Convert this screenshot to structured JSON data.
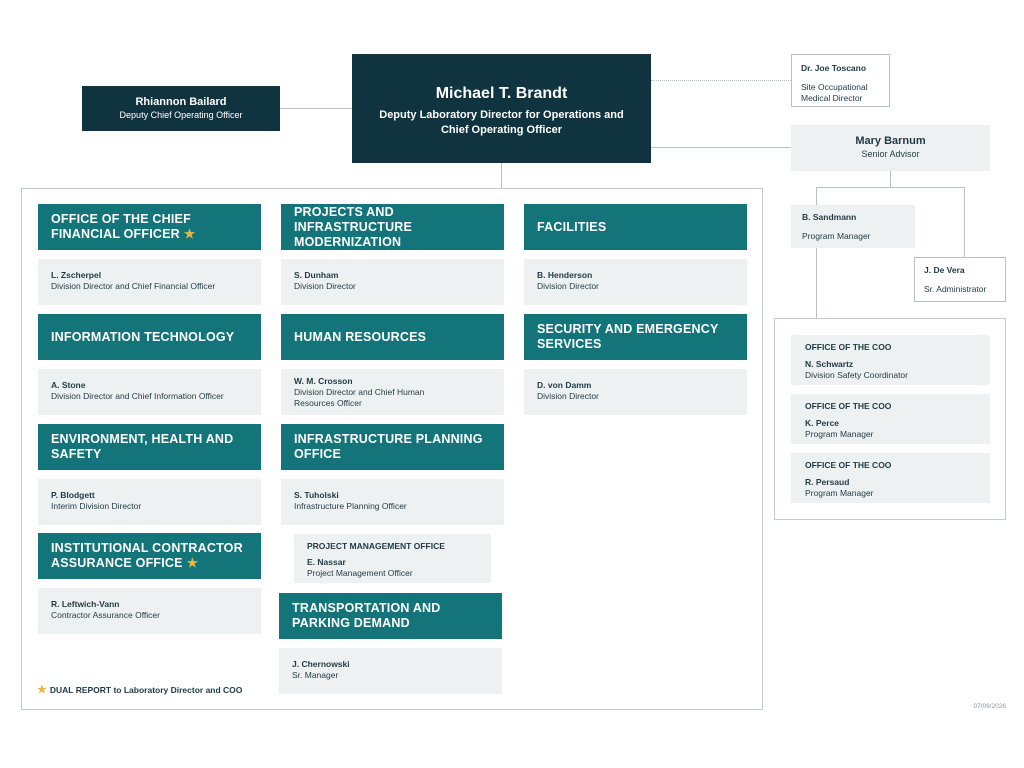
{
  "top": {
    "name": "Michael T. Brandt",
    "title": "Deputy Laboratory Director for Operations and Chief Operating Officer"
  },
  "deputy": {
    "name": "Rhiannon Bailard",
    "title": "Deputy Chief Operating Officer"
  },
  "medical": {
    "name": "Dr. Joe Toscano",
    "title": "Site Occupational Medical Director"
  },
  "advisor": {
    "name": "Mary Barnum",
    "title": "Senior Advisor"
  },
  "advisor_staff": {
    "sandmann": {
      "name": "B. Sandmann",
      "title": "Program Manager"
    },
    "devera": {
      "name": "J. De Vera",
      "title": "Sr. Administrator"
    }
  },
  "coo_office": [
    {
      "header": "OFFICE OF THE COO",
      "name": "N. Schwartz",
      "title": "Division Safety Coordinator"
    },
    {
      "header": "OFFICE OF THE COO",
      "name": "K. Perce",
      "title": "Program Manager"
    },
    {
      "header": "OFFICE OF THE COO",
      "name": "R. Persaud",
      "title": "Program Manager"
    }
  ],
  "divisions": {
    "cfo": {
      "label": "OFFICE OF THE CHIEF FINANCIAL OFFICER",
      "star": "★",
      "name": "L. Zscherpel",
      "title": "Division Director and Chief Financial Officer"
    },
    "it": {
      "label": "INFORMATION TECHNOLOGY",
      "name": "A. Stone",
      "title": "Division Director and Chief Information Officer"
    },
    "ehs": {
      "label": "ENVIRONMENT, HEALTH AND SAFETY",
      "name": "P. Blodgett",
      "title": "Interim Division Director"
    },
    "icao": {
      "label": "INSTITUTIONAL CONTRACTOR ASSURANCE OFFICE",
      "star": "★",
      "name": "R. Leftwich-Vann",
      "title": "Contractor Assurance Officer"
    },
    "pim": {
      "label": "PROJECTS AND INFRASTRUCTURE MODERNIZATION",
      "name": "S. Dunham",
      "title": "Division Director"
    },
    "hr": {
      "label": "HUMAN RESOURCES",
      "name": "W. M. Crosson",
      "title": "Division Director and Chief Human Resources Officer"
    },
    "ipo": {
      "label": "INFRASTRUCTURE PLANNING OFFICE",
      "name": "S. Tuholski",
      "title": "Infrastructure Planning Officer"
    },
    "pmo": {
      "header": "PROJECT MANAGEMENT OFFICE",
      "name": "E. Nassar",
      "title": "Project Management Officer"
    },
    "tpd": {
      "label": "TRANSPORTATION AND PARKING DEMAND",
      "name": "J. Chernowski",
      "title": "Sr. Manager"
    },
    "fac": {
      "label": "FACILITIES",
      "name": "B. Henderson",
      "title": "Division Director"
    },
    "ses": {
      "label": "SECURITY AND EMERGENCY SERVICES",
      "name": "D. von Damm",
      "title": "Division Director"
    }
  },
  "legend": {
    "star": "★",
    "text": "DUAL REPORT to Laboratory Director and COO"
  },
  "date": "07/09/2026",
  "colors": {
    "dark": "#0f3440",
    "teal": "#137479",
    "gray": "#eef1f1",
    "star": "#e7b64a"
  }
}
